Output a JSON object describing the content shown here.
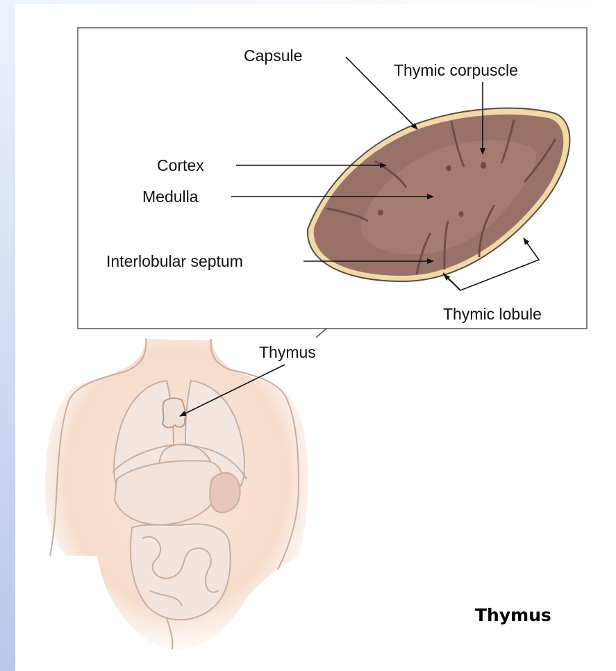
{
  "title": "Thymus",
  "labels": {
    "capsule": "Capsule",
    "thymic_corpuscle": "Thymic corpuscle",
    "cortex": "Cortex",
    "medulla": "Medulla",
    "interlobular_septum": "Interlobular septum",
    "thymic_lobule": "Thymic lobule",
    "thymus": "Thymus"
  },
  "colors": {
    "capsule_rim": "#f1d9a8",
    "cortex": "#9a7168",
    "medulla": "#a67c72",
    "torso_skin": "#f7e4d8",
    "organ_outline": "#c8ad9e"
  }
}
